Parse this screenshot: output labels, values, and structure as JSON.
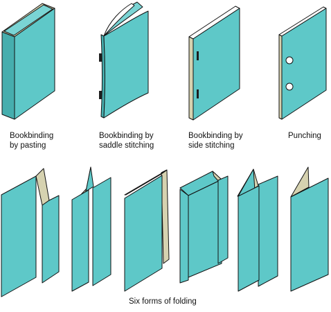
{
  "colors": {
    "cover": "#5ec8c8",
    "cover_dark": "#46aeae",
    "cover_light": "#7ad4d4",
    "paper": "#d6d2b0",
    "page_white": "#ffffff",
    "outline": "#111111",
    "staple": "#1e1e1e"
  },
  "captions": {
    "pasting": {
      "line1": "Bookbinding",
      "line2": "by pasting"
    },
    "saddle": {
      "line1": "Bookbinding by",
      "line2": "saddle stitching"
    },
    "side": {
      "line1": "Bookbinding by",
      "line2": "side stitching"
    },
    "punching": {
      "line1": "Punching"
    },
    "folding": {
      "line1": "Six forms of folding"
    }
  }
}
